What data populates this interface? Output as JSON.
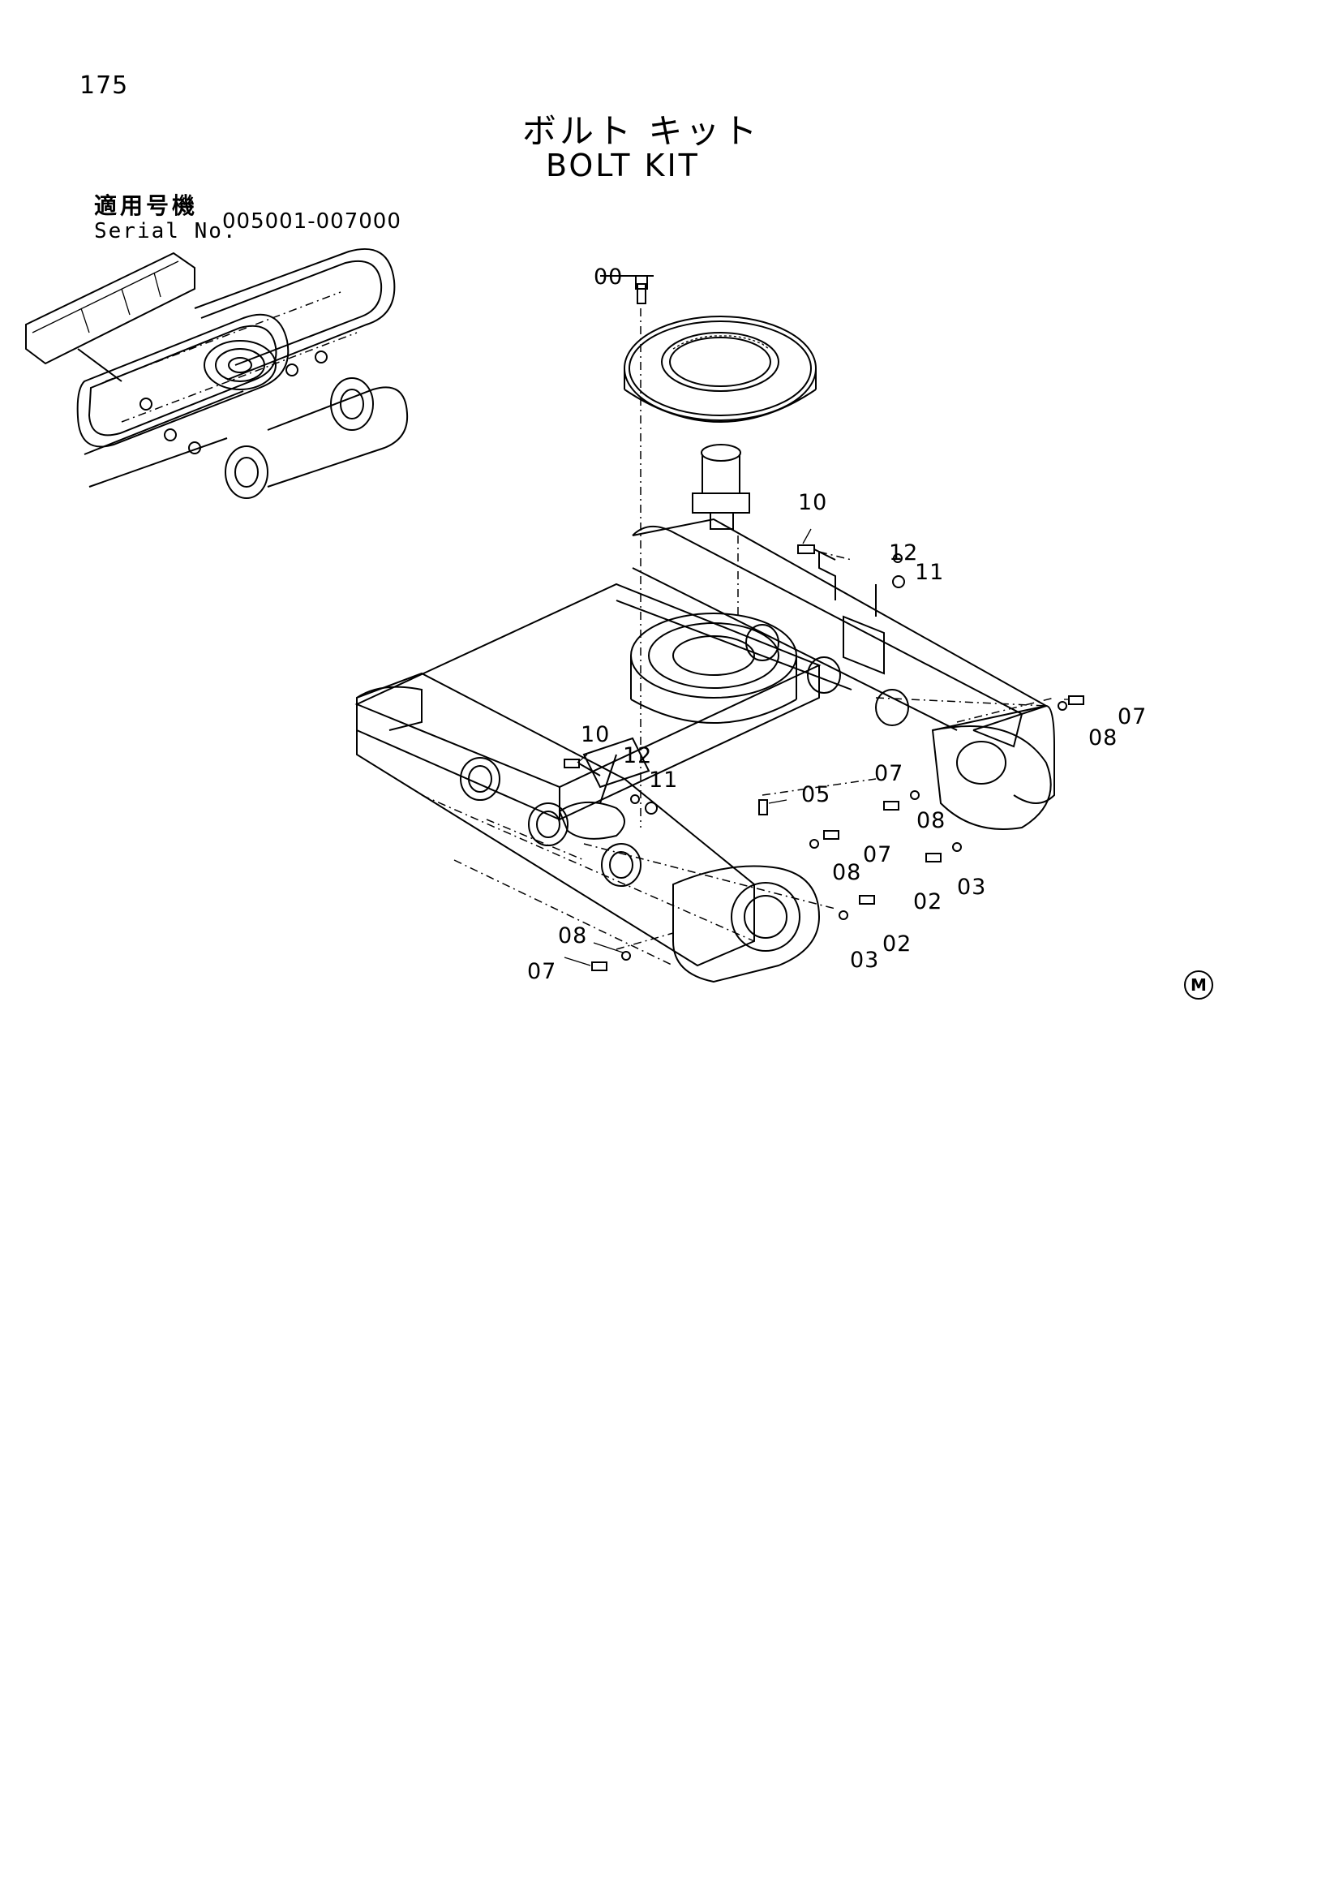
{
  "page": {
    "number": "175"
  },
  "title": {
    "japanese": "ボルト キット",
    "english": "BOLT KIT"
  },
  "applicability": {
    "label_japanese": "適用号機",
    "label_english": "Serial No.",
    "serial_range": "005001-007000"
  },
  "callouts": [
    {
      "id": "c00",
      "text": "00"
    },
    {
      "id": "c10a",
      "text": "10"
    },
    {
      "id": "c12a",
      "text": "12"
    },
    {
      "id": "c11a",
      "text": "11"
    },
    {
      "id": "c07a",
      "text": "07"
    },
    {
      "id": "c08a",
      "text": "08"
    },
    {
      "id": "c10b",
      "text": "10"
    },
    {
      "id": "c12b",
      "text": "12"
    },
    {
      "id": "c11b",
      "text": "11"
    },
    {
      "id": "c05",
      "text": "05"
    },
    {
      "id": "c07b",
      "text": "07"
    },
    {
      "id": "c08b",
      "text": "08"
    },
    {
      "id": "c07c",
      "text": "07"
    },
    {
      "id": "c08c",
      "text": "08"
    },
    {
      "id": "c02a",
      "text": "02"
    },
    {
      "id": "c03a",
      "text": "03"
    },
    {
      "id": "c03b",
      "text": "03"
    },
    {
      "id": "c02b",
      "text": "02"
    },
    {
      "id": "c08d",
      "text": "08"
    },
    {
      "id": "c07d",
      "text": "07"
    }
  ],
  "mark": "M"
}
